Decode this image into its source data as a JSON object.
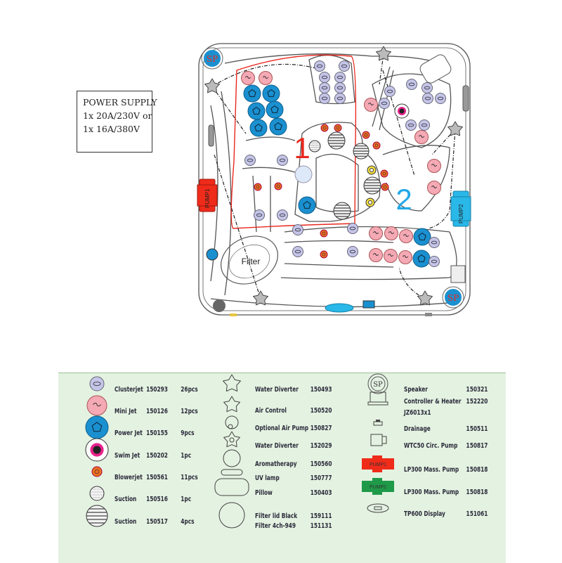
{
  "power_supply": {
    "lines": [
      "POWER SUPPLY",
      "1x 20A/230V or",
      "1x 16A/380V"
    ]
  },
  "diagram": {
    "speaker_label": "SP",
    "pump1_label": "PUMP1",
    "pump2_label": "PUMP2",
    "zone1_label": "1",
    "zone2_label": "2",
    "filter_label": "Filter",
    "colors": {
      "power_jet": "#1a90d0",
      "mini_jet": "#f4a9b4",
      "clusterjet": "#c5c5e8",
      "blowerjet": "#e8731e",
      "zone1": "#e8281e",
      "zone2": "#22a8e6",
      "pump1": "#ef2b1a",
      "pump2": "#29b8e8"
    }
  },
  "legend": {
    "col1": [
      {
        "name": "Clusterjet",
        "code": "150293",
        "qty": "26pcs",
        "icon": "clusterjet-icon"
      },
      {
        "name": "Mini Jet",
        "code": "150126",
        "qty": "12pcs",
        "icon": "mini-jet-icon"
      },
      {
        "name": "Power Jet",
        "code": "150155",
        "qty": "9pcs",
        "icon": "power-jet-icon"
      },
      {
        "name": "Swim Jet",
        "code": "150202",
        "qty": "1pc",
        "icon": "swim-jet-icon"
      },
      {
        "name": "Blowerjet",
        "code": "150561",
        "qty": "11pcs",
        "icon": "blowerjet-icon"
      },
      {
        "name": "Suction",
        "code": "150516",
        "qty": "1pc",
        "icon": "suction-small-icon"
      },
      {
        "name": "Suction",
        "code": "150517",
        "qty": "4pcs",
        "icon": "suction-large-icon"
      }
    ],
    "col2": [
      {
        "name": "Water Diverter",
        "code": "150493",
        "icon": "water-diverter-icon"
      },
      {
        "name": "Air Control",
        "code": "150520",
        "icon": "air-control-icon"
      },
      {
        "name": "Optional Air Pump",
        "code": "150827",
        "icon": "air-pump-icon"
      },
      {
        "name": "Water Diverter",
        "code": "152029",
        "icon": "water-diverter-2-icon"
      },
      {
        "name": "Aromatherapy",
        "code": "150560",
        "icon": "aromatherapy-icon"
      },
      {
        "name": "UV lamp",
        "code": "150777",
        "icon": "uv-lamp-icon"
      },
      {
        "name": "Pillow",
        "code": "150403",
        "icon": "pillow-icon"
      },
      {
        "name": "Filter lid Black",
        "code": "159111",
        "icon": "filter-icon"
      },
      {
        "name": "Filter 4ch-949",
        "code": "151131",
        "icon": ""
      }
    ],
    "col3": [
      {
        "name": "Speaker",
        "code": "150321",
        "icon": "speaker-icon"
      },
      {
        "name": "Controller & Heater",
        "code": "152220",
        "icon": "controller-icon"
      },
      {
        "name": "JZ6013x1",
        "code": "",
        "icon": ""
      },
      {
        "name": "Drainage",
        "code": "150511",
        "icon": "drainage-icon"
      },
      {
        "name": "WTC50 Circ. Pump",
        "code": "150817",
        "icon": "circ-pump-icon"
      },
      {
        "name": "LP300 Mass. Pump",
        "code": "150818",
        "icon": "pump1-icon"
      },
      {
        "name": "LP300 Mass. Pump",
        "code": "150818",
        "icon": "pump2-icon"
      },
      {
        "name": "TP600 Display",
        "code": "151061",
        "icon": "display-icon"
      }
    ],
    "legend_icon_labels": {
      "speaker": "SP",
      "pump1": "PUMP1",
      "pump2": "PUMP2"
    }
  }
}
